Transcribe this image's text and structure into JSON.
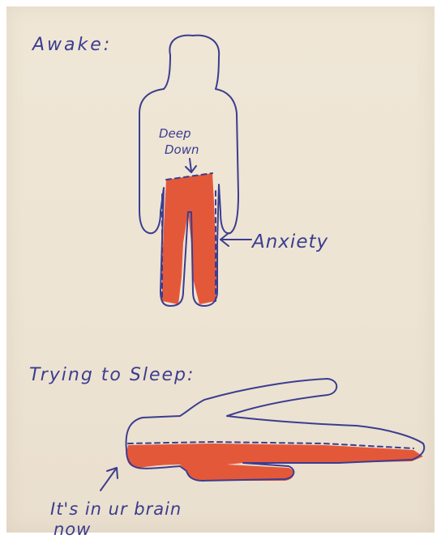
{
  "awake": {
    "title": "Awake:",
    "deep_down_line1": "Deep",
    "deep_down_line2": "Down",
    "anxiety_label": "Anxiety"
  },
  "sleeping": {
    "title": "Trying to Sleep:",
    "caption_line1": "It's in ur brain",
    "caption_line2": "now"
  },
  "colors": {
    "paper": "#ede4d4",
    "ink": "#3b3d8f",
    "anxiety_fill": "#e4583a"
  }
}
